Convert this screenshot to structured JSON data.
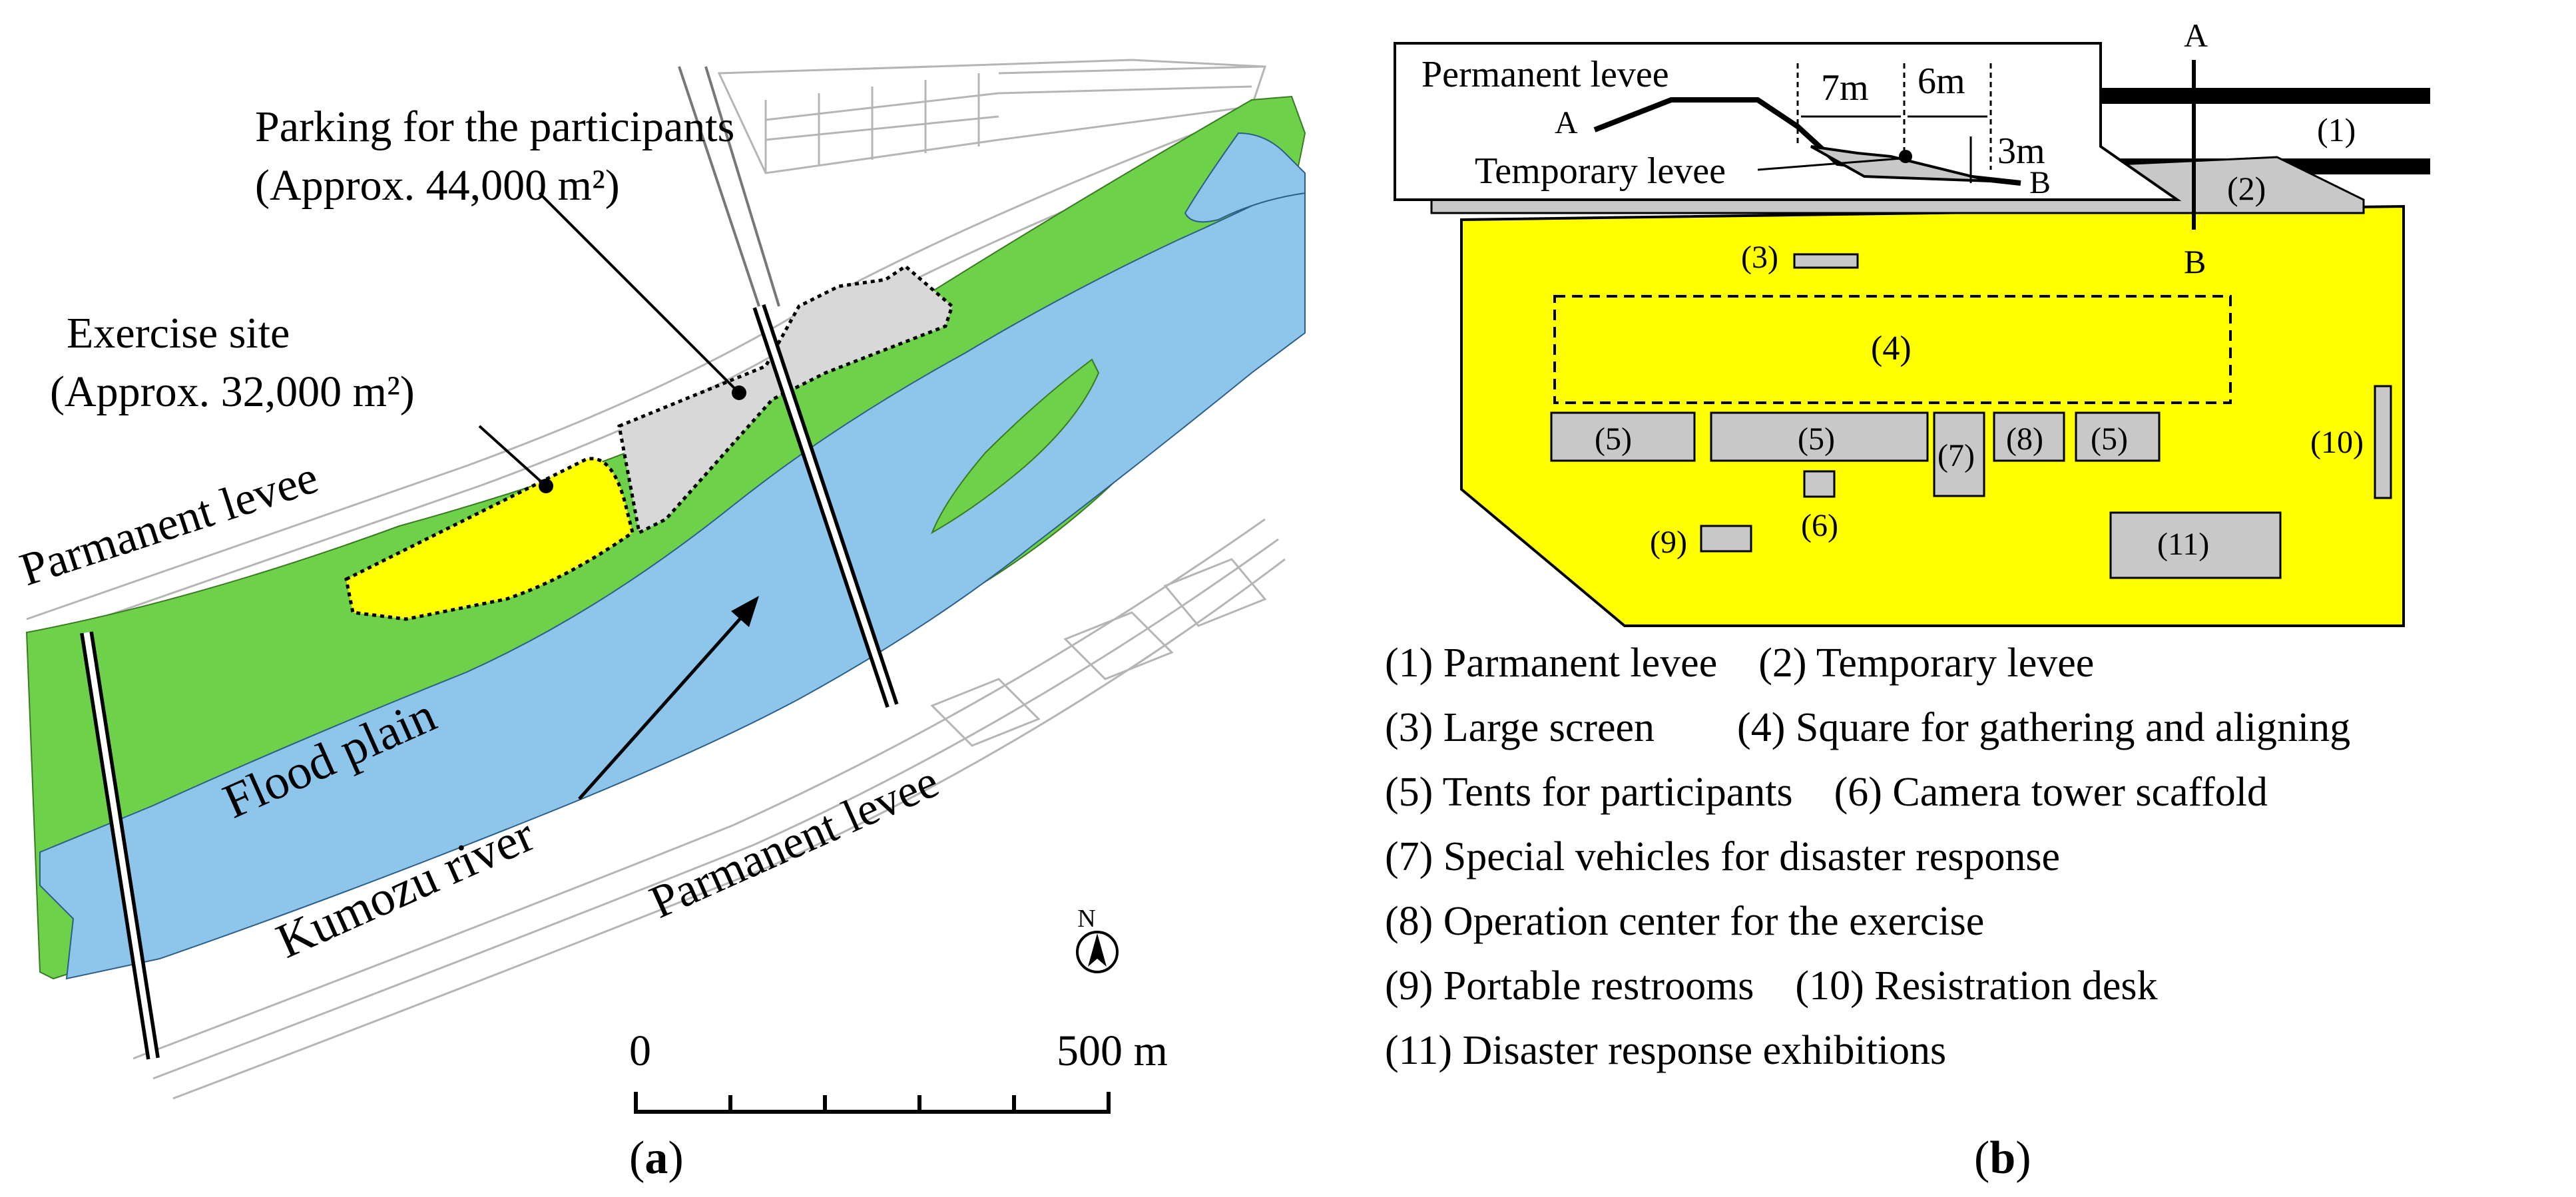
{
  "panel_a": {
    "label_letter": "a",
    "parking_label_1": "Parking for the participants",
    "parking_label_2": "(Approx. 44,000 m²)",
    "exercise_label_1": "Exercise site",
    "exercise_label_2": "(Approx. 32,000 m²)",
    "levee_top_label": "Parmanent  levee",
    "levee_bottom_label": "Parmanent levee",
    "flood_plain_label": "Flood plain",
    "river_label": "Kumozu river",
    "north_label": "N",
    "scale_start": "0",
    "scale_end": "500 m",
    "colors": {
      "flood_plain": "#6dd14a",
      "river": "#8ec5ea",
      "exercise_site": "#ffff00",
      "parking": "#d8d8d8"
    }
  },
  "panel_b": {
    "label_letter": "b",
    "inset_title": "Permanent levee",
    "inset_temp_label": "Temporary levee",
    "dim_7m": "7m",
    "dim_6m": "6m",
    "dim_3m": "3m",
    "point_a": "A",
    "point_b": "B",
    "markers": {
      "m1": "(1)",
      "m2": "(2)",
      "m3": "(3)",
      "m4": "(4)",
      "m5a": "(5)",
      "m5b": "(5)",
      "m5c": "(5)",
      "m6": "(6)",
      "m7": "(7)",
      "m8": "(8)",
      "m9": "(9)",
      "m10": "(10)",
      "m11": "(11)"
    },
    "legend": [
      "(1) Parmanent levee    (2) Temporary levee",
      "(3) Large screen        (4) Square for gathering and aligning",
      "(5) Tents for participants    (6) Camera tower scaffold",
      "(7) Special vehicles for disaster response",
      "(8) Operation center for the exercise",
      "(9) Portable restrooms    (10) Resistration desk",
      "(11) Disaster response exhibitions"
    ],
    "colors": {
      "site": "#ffff00",
      "facility": "#c8c8c8"
    }
  }
}
